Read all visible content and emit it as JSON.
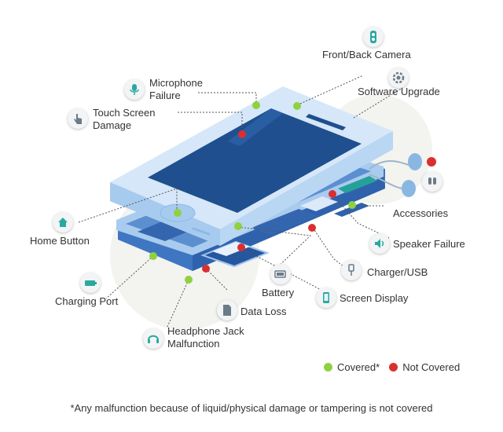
{
  "labels": {
    "front_back_camera": "Front/Back Camera",
    "microphone_failure": "Microphone Failure",
    "software_upgrade": "Software Upgrade",
    "touch_screen_damage": "Touch Screen Damage",
    "accessories": "Accessories",
    "home_button": "Home Button",
    "speaker_failure": "Speaker Failure",
    "charger_usb": "Charger/USB",
    "charging_port": "Charging Port",
    "battery": "Battery",
    "screen_display": "Screen Display",
    "data_loss": "Data Loss",
    "headphone_jack": "Headphone Jack Malfunction"
  },
  "legend": {
    "covered": "Covered*",
    "not_covered": "Not Covered"
  },
  "footnote": "*Any malfunction because of liquid/physical damage or tampering is not covered",
  "colors": {
    "covered": "#8fd13f",
    "not_covered": "#d9302f",
    "screen": "#1f4f8e",
    "phone_body": "#cfe3f6",
    "phone_base": "#3e76c2",
    "accent": "#2aa8a0"
  }
}
